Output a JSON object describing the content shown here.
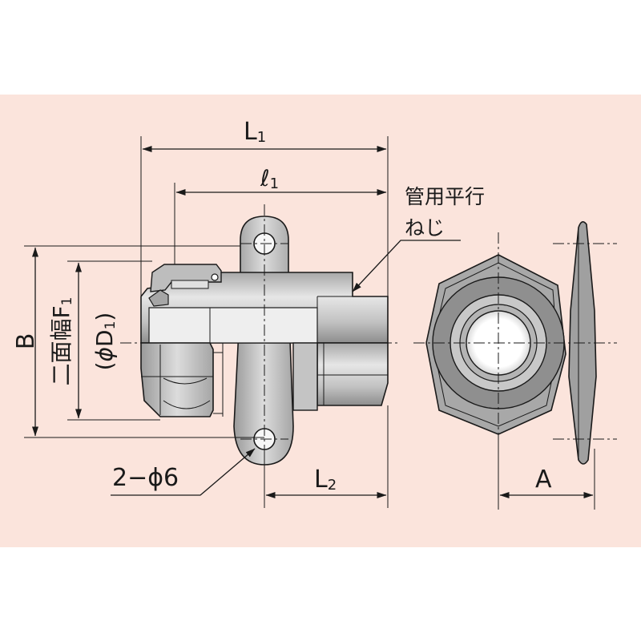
{
  "colors": {
    "background": "#fbe4dc",
    "part_fill": "#c9c9c9",
    "part_dark": "#8c8c8c",
    "line": "#1a1a1a"
  },
  "labels": {
    "L1_main": "L",
    "L1_sub": "1",
    "l1_main": "ℓ",
    "l1_sub": "1",
    "thread_line1": "管用平行",
    "thread_line2": "ねじ",
    "B": "B",
    "F1_main": "二面幅F",
    "F1_sub": "1",
    "D1_open": "(",
    "D1_phi": "ϕ",
    "D1_main": "D",
    "D1_sub": "1",
    "D1_close": ")",
    "holes": "2−ϕ6",
    "L2_main": "L",
    "L2_sub": "2",
    "A": "A"
  }
}
